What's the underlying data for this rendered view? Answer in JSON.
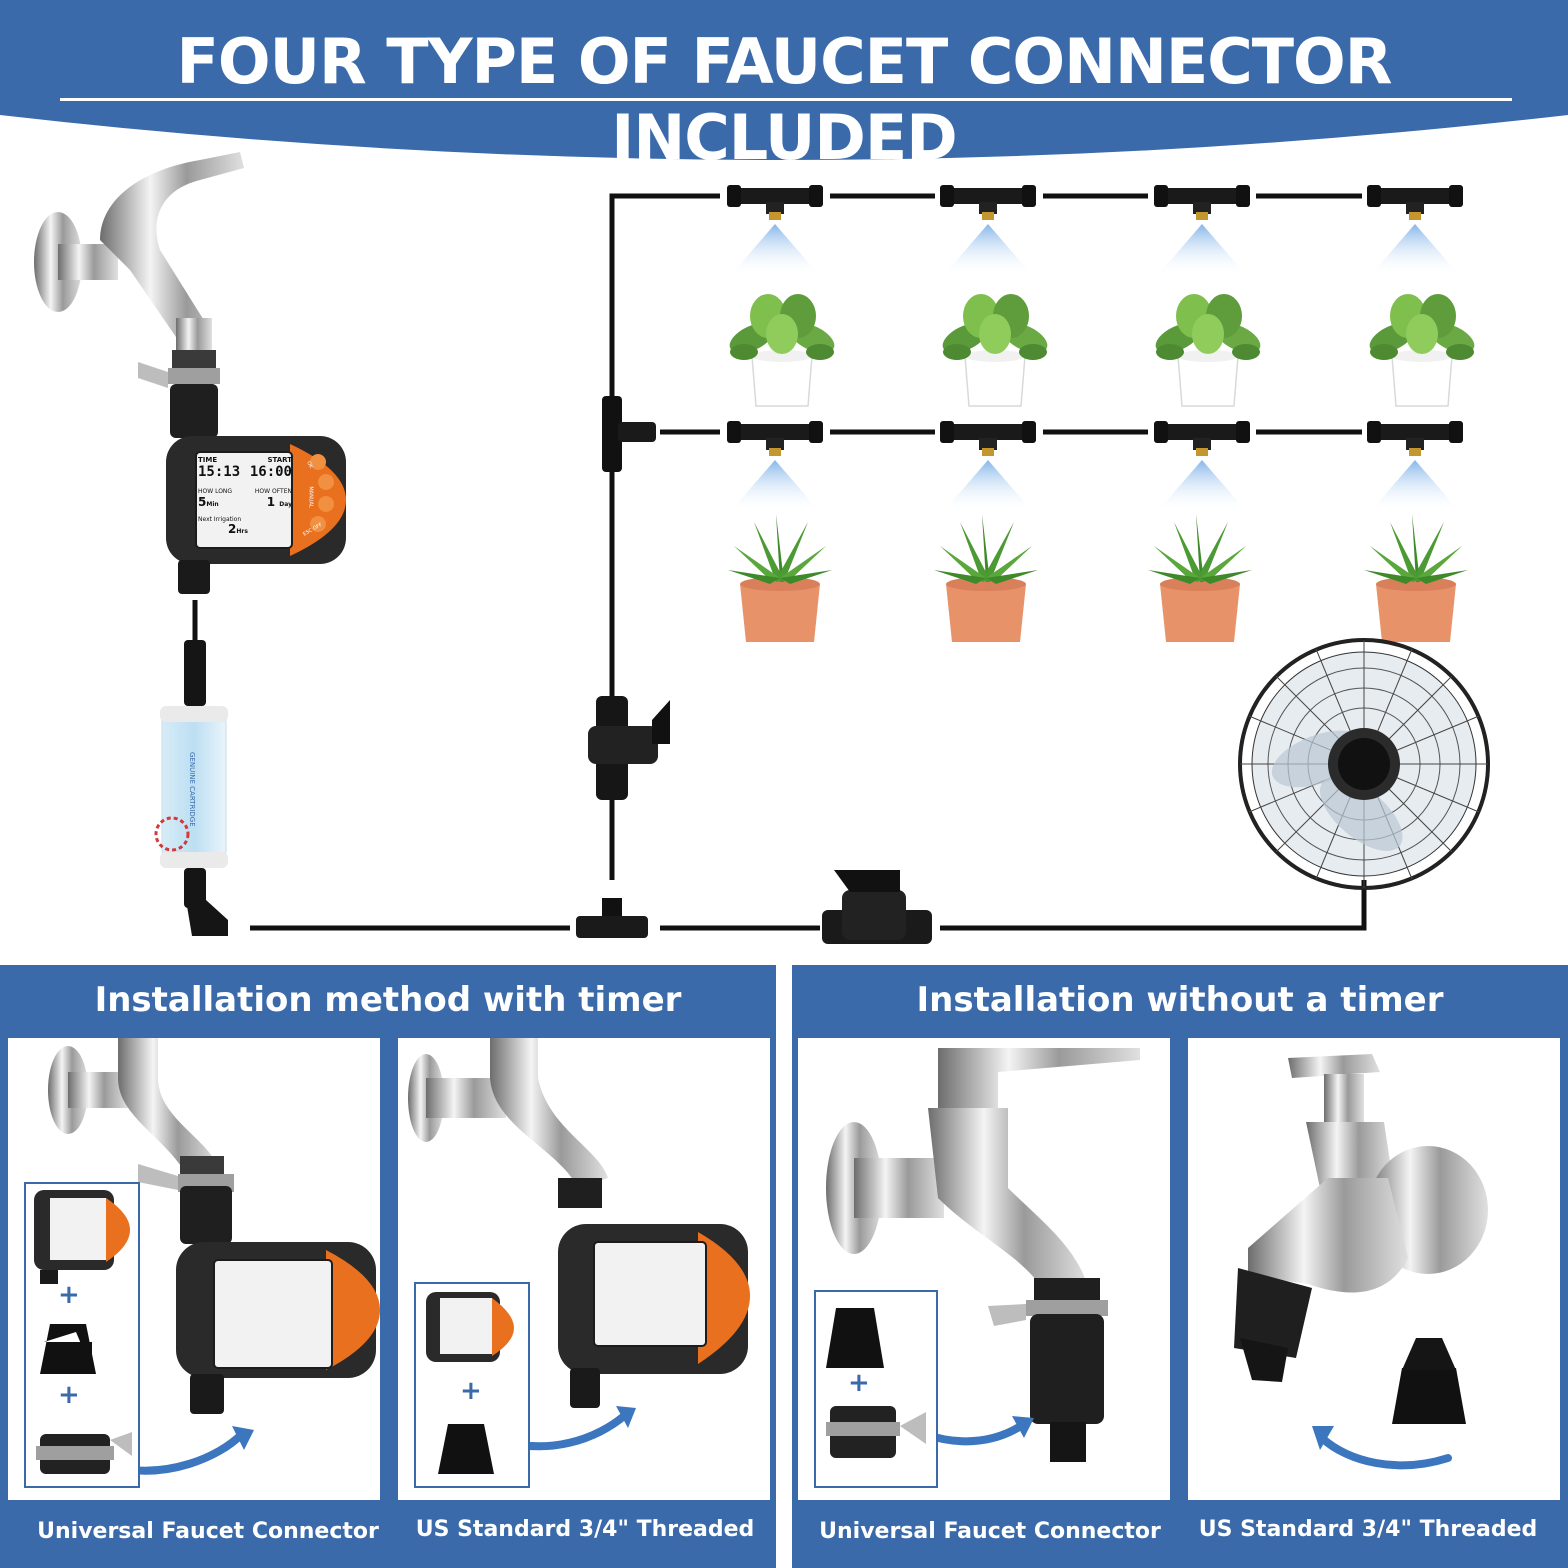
{
  "header": {
    "title": "FOUR TYPE OF FAUCET CONNECTOR INCLUDED"
  },
  "timer_display": {
    "time_label": "TIME",
    "time_value": "15:13",
    "start_label": "START",
    "start_value": "16:00",
    "how_long_label": "HOW LONG",
    "how_long_value": "5",
    "how_long_unit": "Min",
    "how_often_label": "HOW OFTEN",
    "how_often_value": "1",
    "how_often_unit": "Day",
    "next_label": "Next Irrigation",
    "next_value": "2",
    "next_unit": "Hrs",
    "btn_ok": "OK",
    "btn_manual": "MANUAL",
    "btn_esc": "ESC OFF"
  },
  "filter_label": "GENUINE CARTRIDGE",
  "sections": [
    {
      "title": "Installation method with timer",
      "cards": [
        {
          "caption": "Universal Faucet Connector"
        },
        {
          "caption": "US Standard 3/4\" Threaded"
        }
      ]
    },
    {
      "title": "Installation without a timer",
      "cards": [
        {
          "caption": "Universal Faucet Connector"
        },
        {
          "caption": "US Standard 3/4\" Threaded"
        }
      ]
    }
  ],
  "plus_sign": "+",
  "colors": {
    "brand_blue": "#3a6aaa",
    "arrow_blue": "#3b76bf",
    "timer_orange": "#e8701e",
    "pipe_black": "#111111",
    "pot_orange": "#e8926a"
  }
}
